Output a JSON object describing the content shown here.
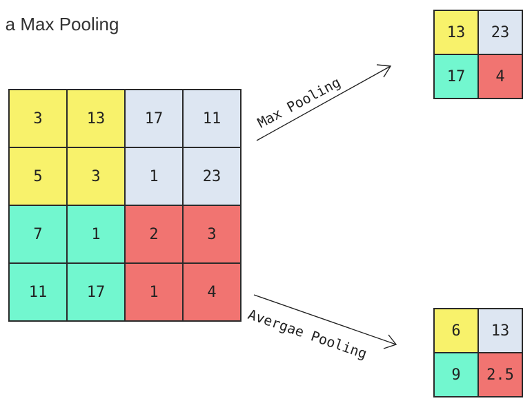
{
  "caption": "n a Max Pooling",
  "colors": {
    "yellow": "#f8f26b",
    "blue": "#dde6f2",
    "green": "#72f7cf",
    "red": "#f17471"
  },
  "input_matrix": {
    "rows": [
      [
        "3",
        "13",
        "17",
        "11"
      ],
      [
        "5",
        "3",
        "1",
        "23"
      ],
      [
        "7",
        "1",
        "2",
        "3"
      ],
      [
        "11",
        "17",
        "1",
        "4"
      ]
    ],
    "colors": [
      [
        "yellow",
        "yellow",
        "blue",
        "blue"
      ],
      [
        "yellow",
        "yellow",
        "blue",
        "blue"
      ],
      [
        "green",
        "green",
        "red",
        "red"
      ],
      [
        "green",
        "green",
        "red",
        "red"
      ]
    ]
  },
  "max_pooling": {
    "label": "Max Pooling",
    "rows": [
      [
        "13",
        "23"
      ],
      [
        "17",
        "4"
      ]
    ],
    "colors": [
      [
        "yellow",
        "blue"
      ],
      [
        "green",
        "red"
      ]
    ]
  },
  "average_pooling": {
    "label": "Avergae Pooling",
    "rows": [
      [
        "6",
        "13"
      ],
      [
        "9",
        "2.5"
      ]
    ],
    "colors": [
      [
        "yellow",
        "blue"
      ],
      [
        "green",
        "red"
      ]
    ]
  }
}
